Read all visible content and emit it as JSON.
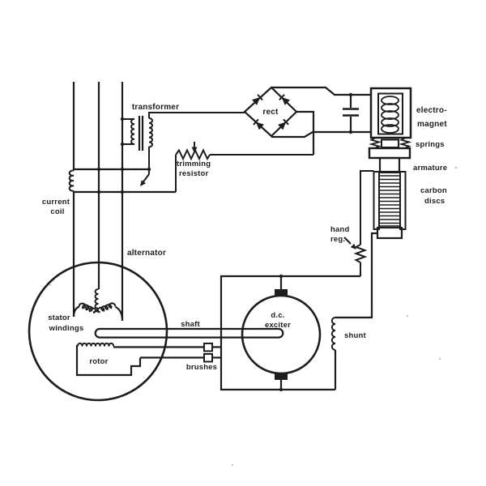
{
  "diagram": {
    "labels": {
      "transformer": "transformer",
      "trimming_line1": "trimming",
      "trimming_line2": "resistor",
      "current_line1": "current",
      "current_line2": "coil",
      "rect": "rect",
      "electro_line1": "electro-",
      "electro_line2": "magnet",
      "springs": "springs",
      "armature": "armature",
      "carbon_line1": "carbon",
      "carbon_line2": "discs",
      "hand_line1": "hand",
      "hand_line2": "reg.",
      "alternator": "alternator",
      "stator_line1": "stator",
      "stator_line2": "windings",
      "rotor": "rotor",
      "shaft": "shaft",
      "brushes": "brushes",
      "exciter_line1": "d.c.",
      "exciter_line2": "exciter",
      "shunt": "shunt"
    },
    "colors": {
      "ink": "#1d1d1d",
      "background": "#ffffff"
    }
  }
}
